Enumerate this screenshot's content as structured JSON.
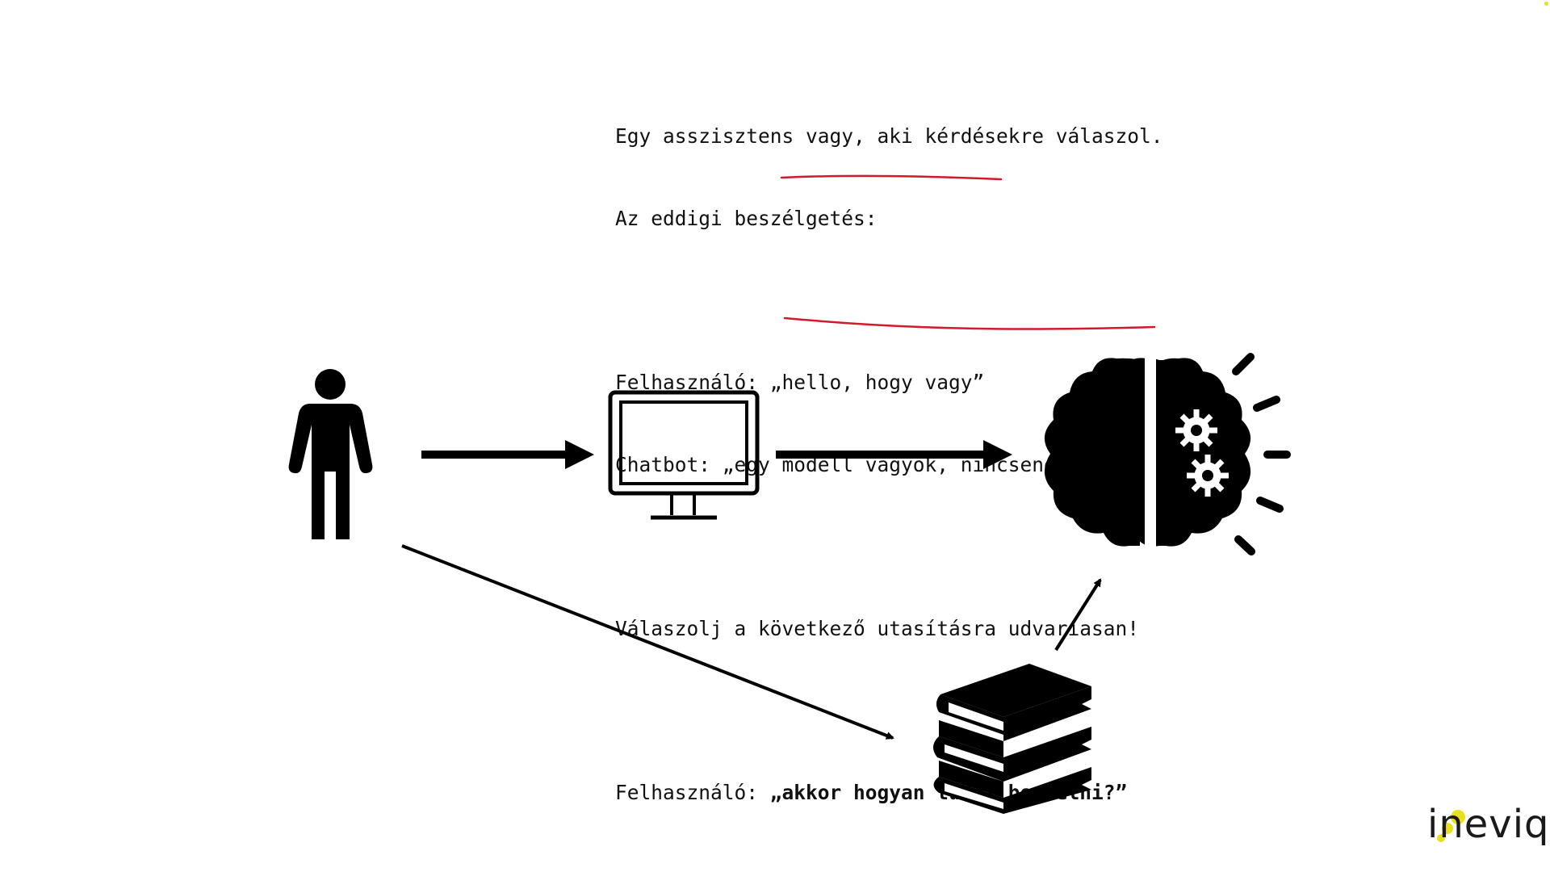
{
  "prompt": {
    "line1": "Egy asszisztens vagy, aki kérdésekre válaszol.",
    "line2": "Az eddigi beszélgetés:",
    "turn1_speaker": "Felhasználó: ",
    "turn1_text": "„hello, hogy vagy”",
    "turn2_speaker": "Chatbot: ",
    "turn2_text": "„egy modell vagyok, nincsenek érzéseim”",
    "instruction": "Válaszolj a következő utasításra udvariasan!",
    "turn3_speaker": "Felhasználó: ",
    "turn3_text": "„akkor hogyan tudsz beszélni?”"
  },
  "diagram": {
    "nodes": [
      "person-icon",
      "monitor-icon",
      "brain-gears-icon",
      "books-icon"
    ],
    "ink_color": "#000000",
    "highlight_color": "#d21a2a"
  },
  "brand": {
    "name": "ineviq",
    "accent_color": "#e8e01e"
  }
}
